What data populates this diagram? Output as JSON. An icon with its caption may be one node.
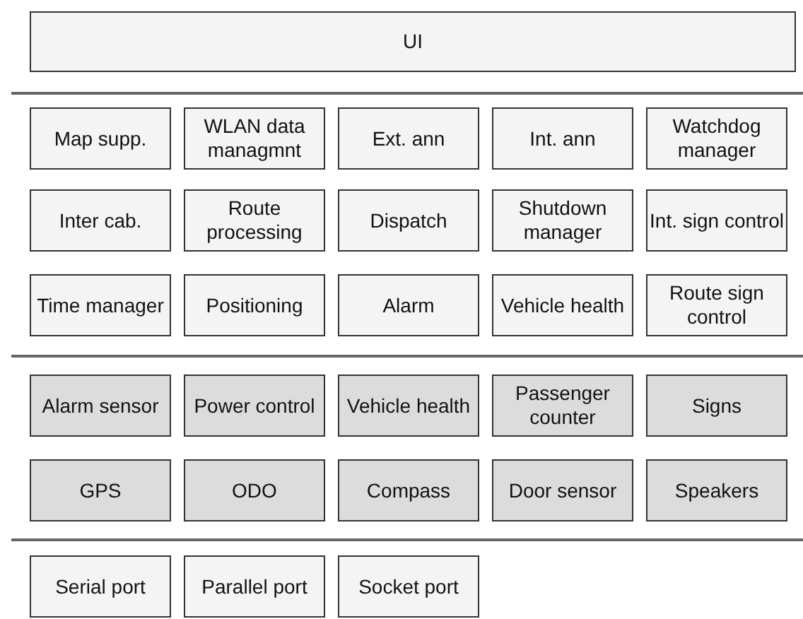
{
  "diagram": {
    "nodes": [
      {
        "text": [
          "UI"
        ]
      },
      {
        "text": [
          "Map supp."
        ]
      },
      {
        "text": [
          "WLAN data managmnt"
        ]
      },
      {
        "text": [
          "Ext. ann"
        ]
      },
      {
        "text": [
          "Int. ann"
        ]
      },
      {
        "text": [
          "Watchdog manager"
        ]
      },
      {
        "text": [
          "Inter cab."
        ]
      },
      {
        "text": [
          "Route processing"
        ]
      },
      {
        "text": [
          "Dispatch"
        ]
      },
      {
        "text": [
          "Shutdown manager"
        ]
      },
      {
        "text": [
          "Int. sign control"
        ]
      },
      {
        "text": [
          "Time manager"
        ]
      },
      {
        "text": [
          "Positioning"
        ]
      },
      {
        "text": [
          "Alarm"
        ]
      },
      {
        "text": [
          "Vehicle health"
        ]
      },
      {
        "text": [
          "Route sign control"
        ]
      },
      {
        "text": [
          "Alarm sensor"
        ]
      },
      {
        "text": [
          "Power control"
        ]
      },
      {
        "text": [
          "Vehicle health"
        ]
      },
      {
        "text": [
          "Passenger counter"
        ]
      },
      {
        "text": [
          "Signs"
        ]
      },
      {
        "text": [
          "GPS"
        ]
      },
      {
        "text": [
          "ODO"
        ]
      },
      {
        "text": [
          "Compass"
        ]
      },
      {
        "text": [
          "Door sensor"
        ]
      },
      {
        "text": [
          "Speakers"
        ]
      },
      {
        "text": [
          "Serial port"
        ]
      },
      {
        "text": [
          "Parallel port"
        ]
      },
      {
        "text": [
          "Socket port"
        ]
      }
    ]
  }
}
